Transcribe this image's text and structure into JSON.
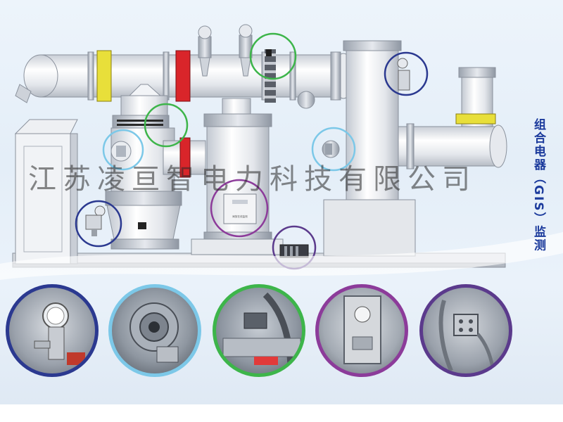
{
  "title": "组合电器（GIS）监测",
  "watermark": "江苏凌亘智电力科技有限公司",
  "device_label": "局放在线监测",
  "colors": {
    "navy": "#2b3990",
    "light_blue": "#7cc8e8",
    "green": "#3db54a",
    "purple": "#8c3b9a",
    "dark_purple": "#5b3a8c",
    "title_blue": "#1b3a9c",
    "band_yellow": "#e8df3a",
    "band_red": "#d9252a"
  },
  "callouts": [
    {
      "name": "sf6-density-relay",
      "color": "#2b3990"
    },
    {
      "name": "pressure-gauge-valve",
      "color": "#7cc8e8"
    },
    {
      "name": "uhf-sensor-cable",
      "color": "#3db54a"
    },
    {
      "name": "monitoring-cabinet",
      "color": "#8c3b9a"
    },
    {
      "name": "busbar-junction-box",
      "color": "#5b3a8c"
    }
  ]
}
